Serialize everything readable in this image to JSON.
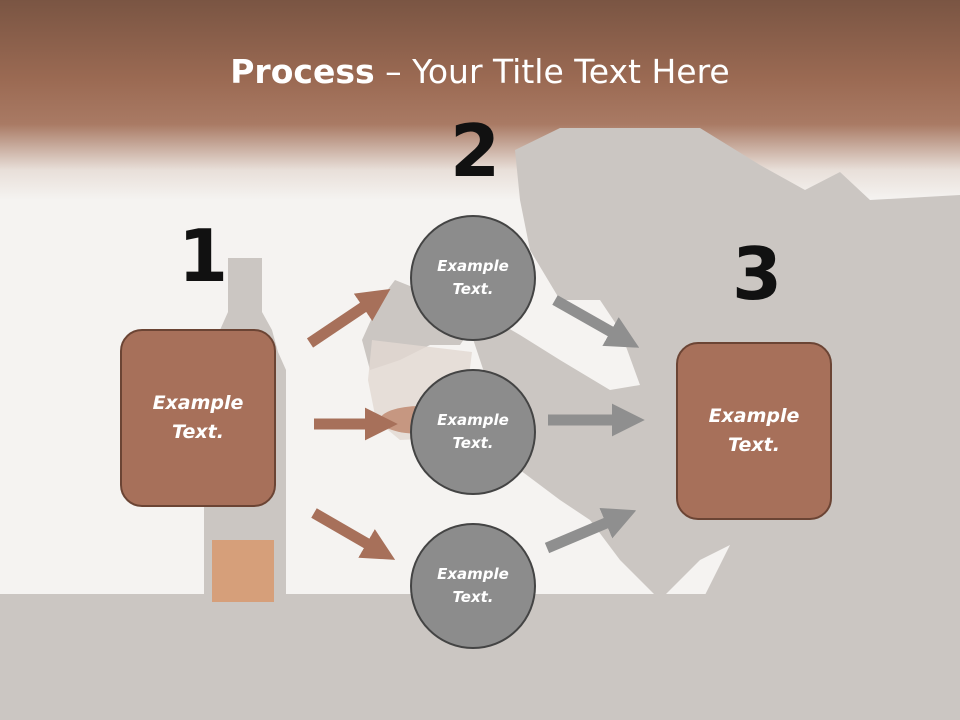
{
  "slide": {
    "title_bold": "Process",
    "title_rest": " – Your Title Text Here"
  },
  "steps": {
    "step1": {
      "number": "1",
      "text_line1": "Example",
      "text_line2": "Text."
    },
    "step2": {
      "number": "2",
      "items": [
        {
          "text_line1": "Example",
          "text_line2": "Text."
        },
        {
          "text_line1": "Example",
          "text_line2": "Text."
        },
        {
          "text_line1": "Example",
          "text_line2": "Text."
        }
      ]
    },
    "step3": {
      "number": "3",
      "text_line1": "Example",
      "text_line2": "Text."
    }
  },
  "colors": {
    "brown_accent": "#a7705a",
    "gray_circle": "#8c8c8c",
    "gray_arrow": "#8f8f8f",
    "brown_arrow": "#a7705a"
  }
}
